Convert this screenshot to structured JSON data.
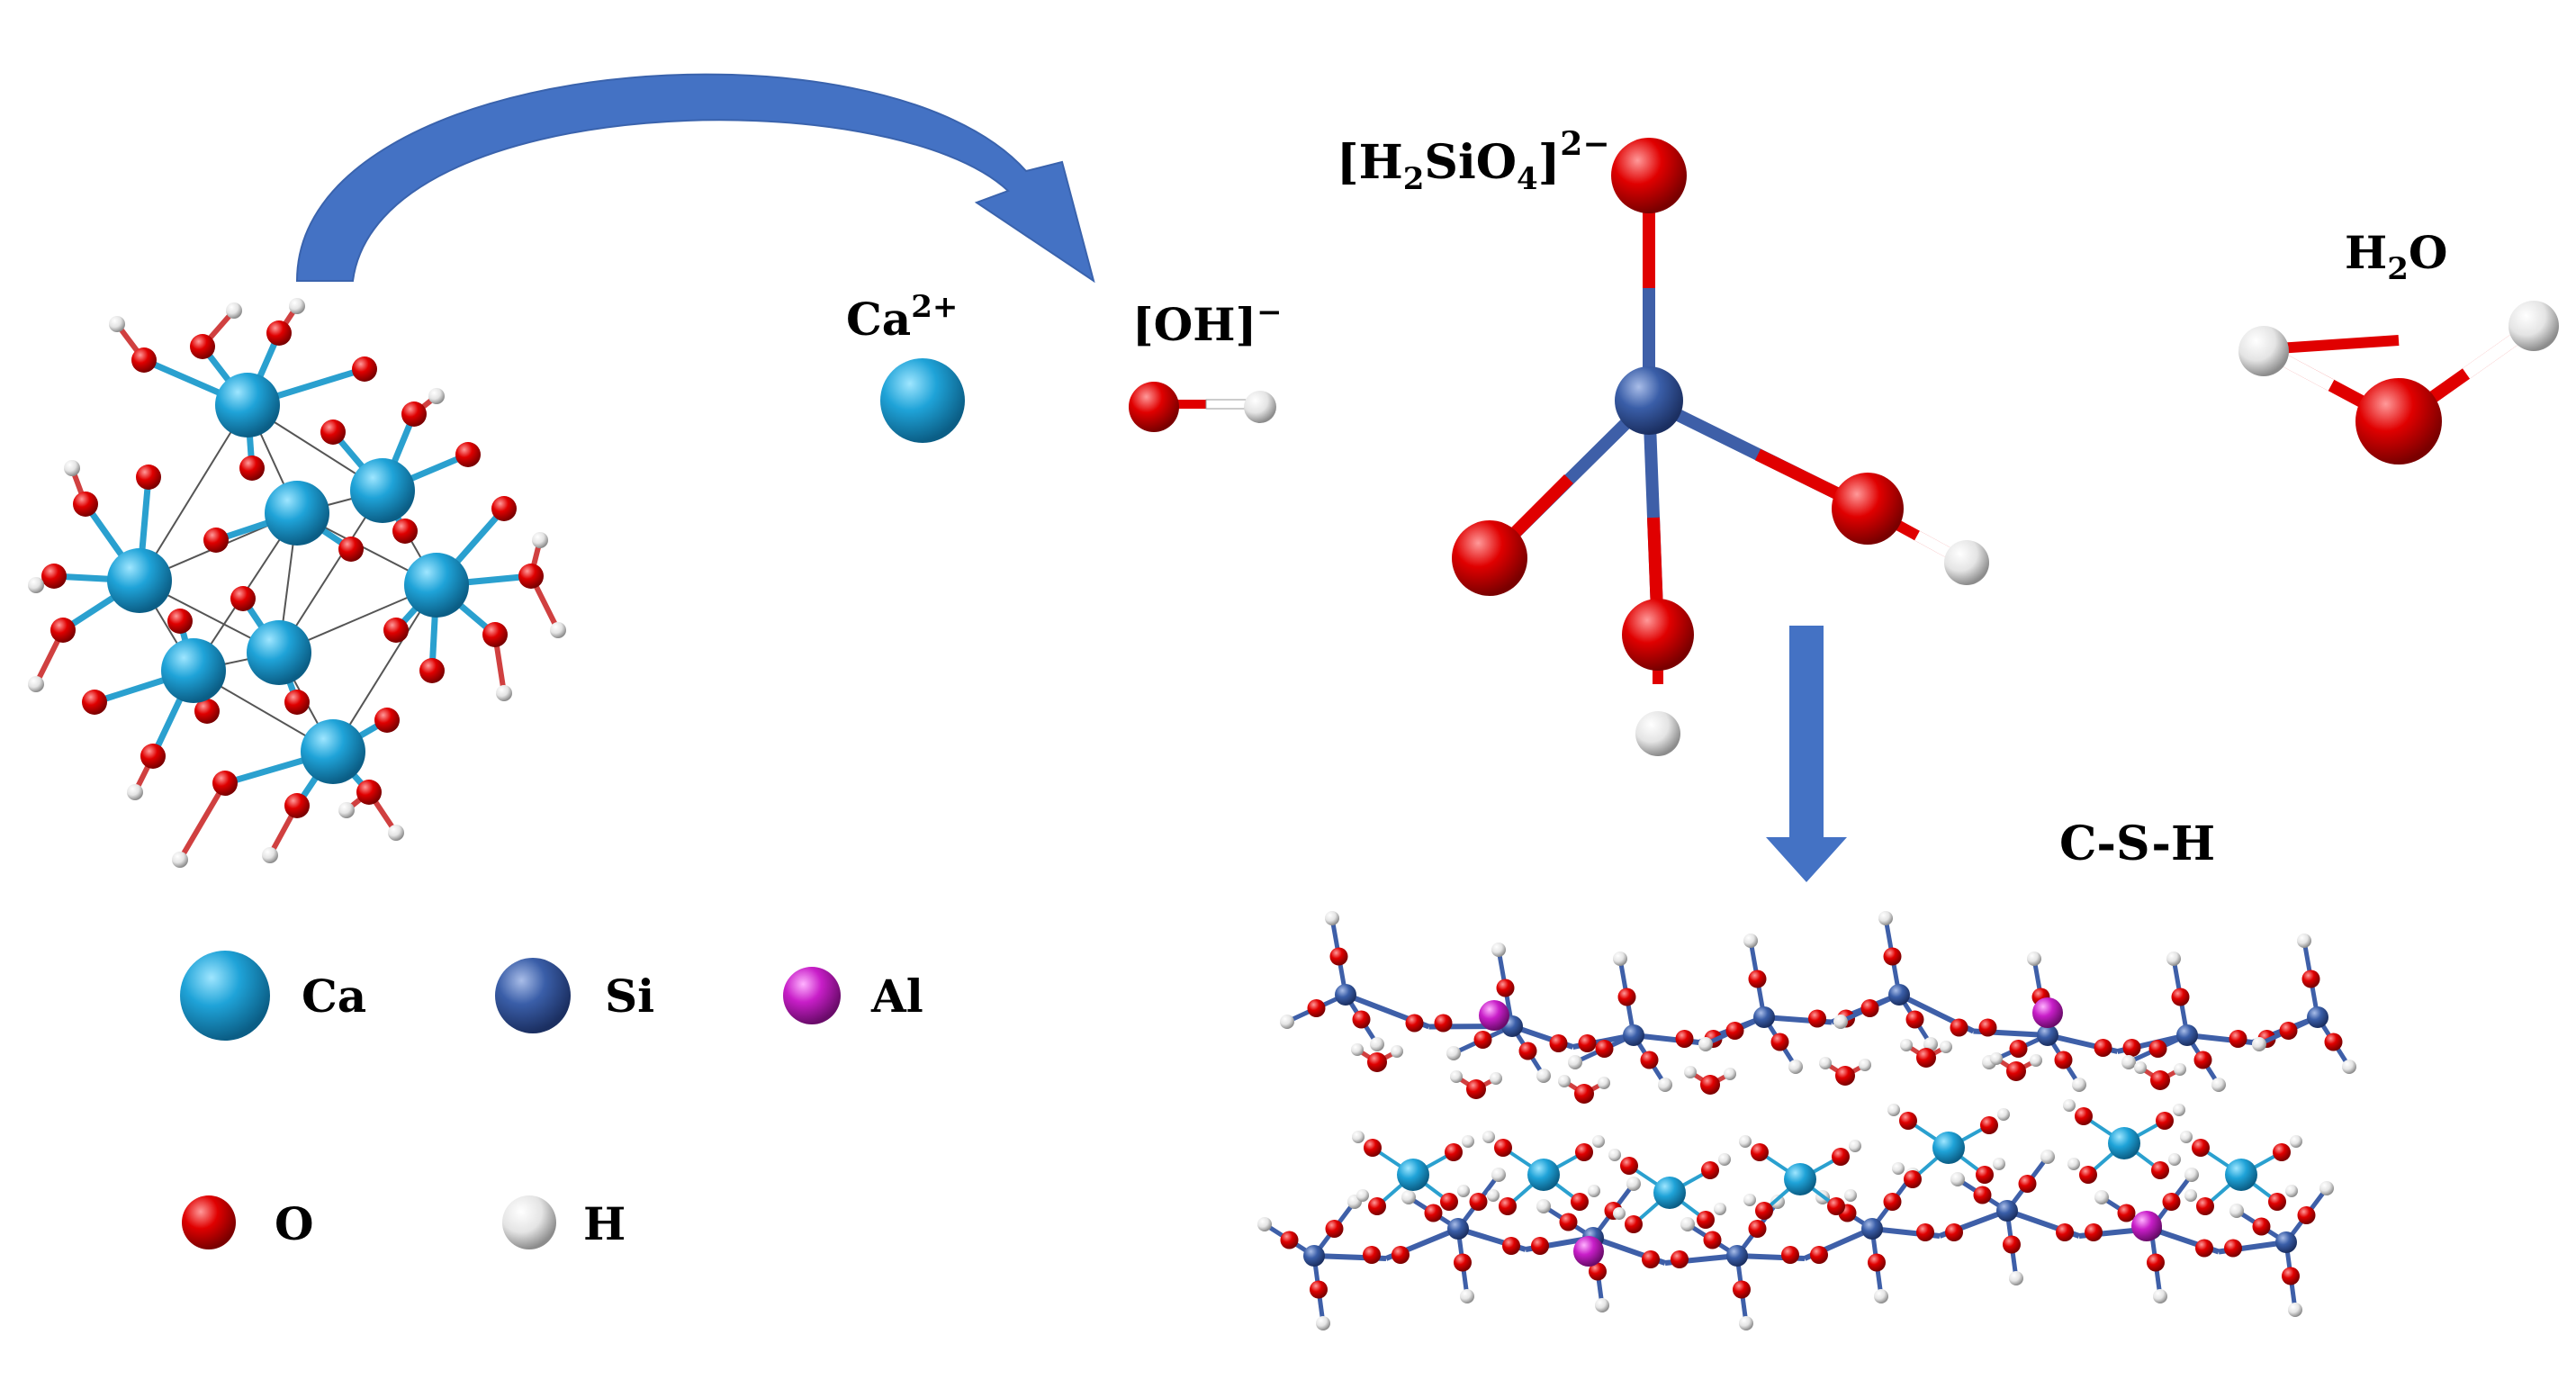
{
  "labels": {
    "ca_ion_base": "Ca",
    "ca_ion_sup": "2+",
    "oh_base": "[OH]",
    "oh_sup": "−",
    "silicate_open": "[H",
    "silicate_sub1": "2",
    "silicate_mid": "SiO",
    "silicate_sub2": "4",
    "silicate_close": "]",
    "silicate_sup": "2−",
    "water_h": "H",
    "water_sub": "2",
    "water_o": "O",
    "csh": "C-S-H"
  },
  "legend": [
    {
      "element": "Ca",
      "color": "#1fa3d8"
    },
    {
      "element": "Si",
      "color": "#3a5ea8"
    },
    {
      "element": "Al",
      "color": "#c81ec8"
    },
    {
      "element": "O",
      "color": "#e00000"
    },
    {
      "element": "H",
      "color": "#e8e8e8"
    }
  ],
  "colors": {
    "arrow": "#4472c4",
    "bond_red": "#e00000",
    "bond_blue": "#3e5fa8"
  }
}
